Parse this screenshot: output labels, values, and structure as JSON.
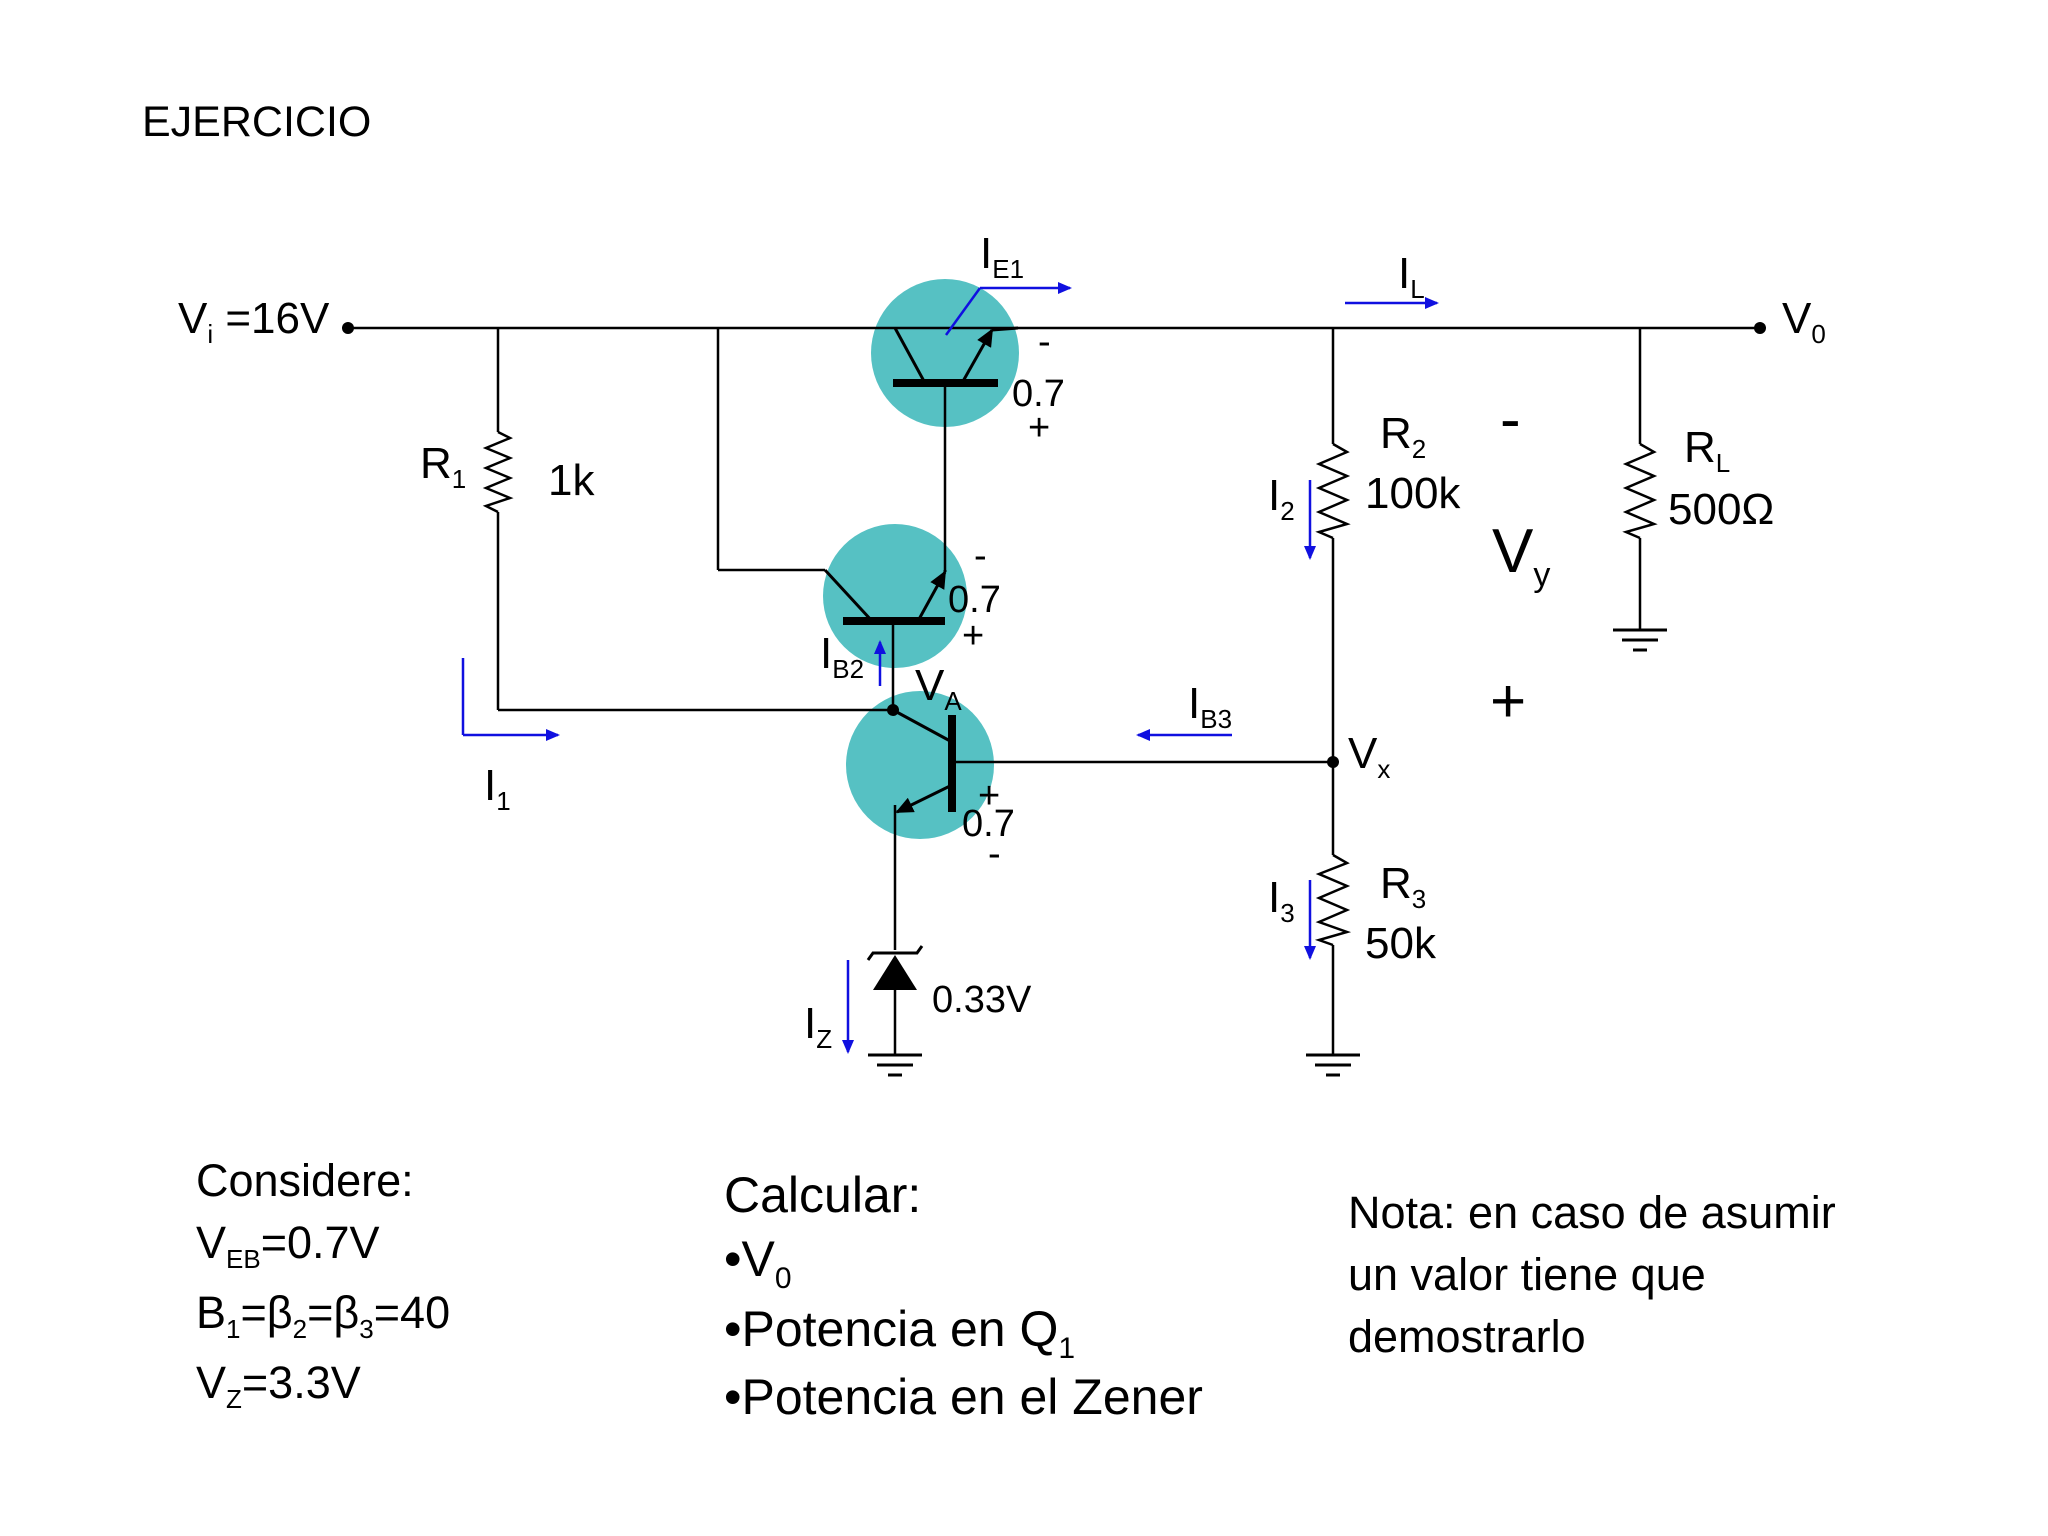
{
  "title": "EJERCICIO",
  "circuit": {
    "vi_label": "V",
    "vi_sub": "i",
    "vi_value": " =16V",
    "vo_label": "V",
    "vo_sub": "0",
    "r1_name": "R",
    "r1_sub": "1",
    "r1_value": "1k",
    "r2_name": "R",
    "r2_sub": "2",
    "r2_value": "100k",
    "r3_name": "R",
    "r3_sub": "3",
    "r3_value": "50k",
    "rl_name": "R",
    "rl_sub": "L",
    "rl_value": "500Ω",
    "ie1_label": "I",
    "ie1_sub": "E1",
    "il_label": "I",
    "il_sub": "L",
    "i1_label": "I",
    "i1_sub": "1",
    "i2_label": "I",
    "i2_sub": "2",
    "i3_label": "I",
    "i3_sub": "3",
    "iz_label": "I",
    "iz_sub": "Z",
    "ib2_label": "I",
    "ib2_sub": "B2",
    "ib3_label": "I",
    "ib3_sub": "B3",
    "va_label": "V",
    "va_sub": "A",
    "vx_label": "V",
    "vx_sub": "x",
    "vy_label": "V",
    "vy_sub": "y",
    "vy_minus": "-",
    "vy_plus": "+",
    "q1_minus": "-",
    "q1_vbe": "0.7",
    "q1_plus": "+",
    "q2_minus": "-",
    "q2_vbe": "0.7",
    "q2_plus": "+",
    "q3_plus": "+",
    "q3_vbe": "0.7",
    "q3_minus": "-",
    "zener_value": "0.33V"
  },
  "considere": {
    "heading": "Considere:",
    "veb_main": "V",
    "veb_sub": "EB",
    "veb_val": "=0.7V",
    "beta_b": "B",
    "beta_s1": "1",
    "beta_eq1": "=β",
    "beta_s2": "2",
    "beta_eq2": "=β",
    "beta_s3": "3",
    "beta_val": "=40",
    "vz_main": "V",
    "vz_sub": "Z",
    "vz_val": "=3.3V"
  },
  "calcular": {
    "heading": "Calcular:",
    "item1": "•V",
    "item1_sub": "0",
    "item2": "•Potencia en Q",
    "item2_sub": "1",
    "item3": "•Potencia en el Zener"
  },
  "nota": {
    "line1": "Nota: en caso de asumir",
    "line2": "un valor tiene que",
    "line3": "demostrarlo"
  },
  "colors": {
    "transistor_fill": "#56c1c3",
    "arrow_blue": "#1010e0",
    "wire": "#000000"
  }
}
